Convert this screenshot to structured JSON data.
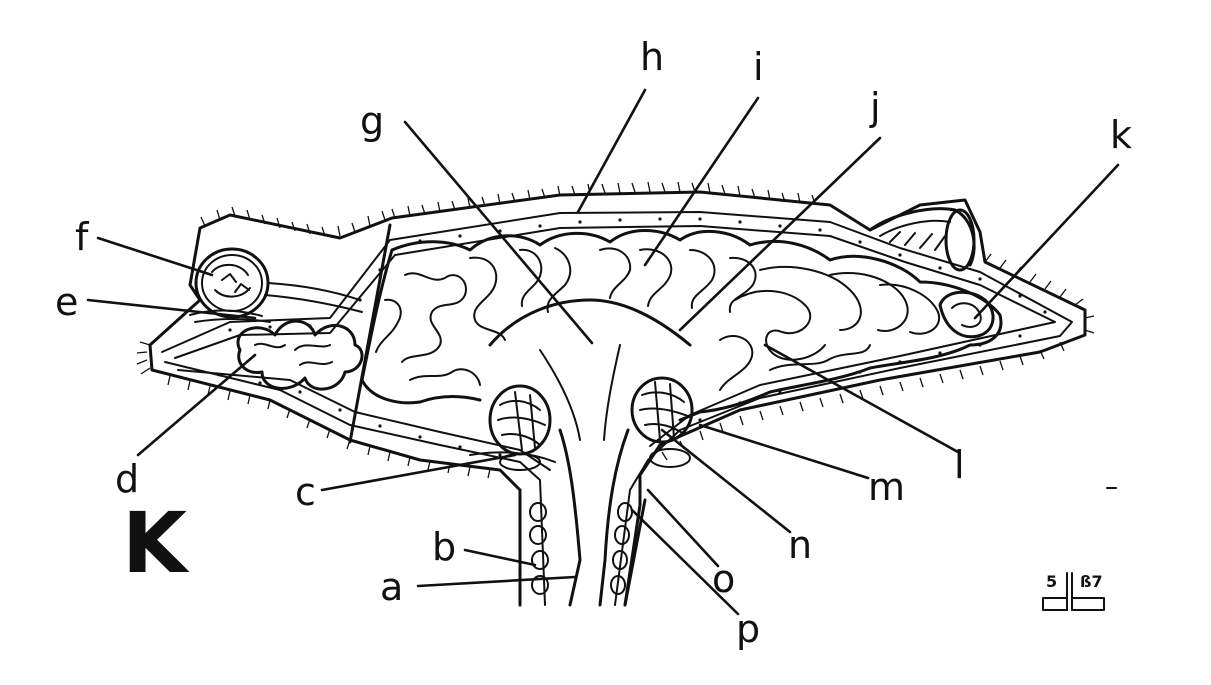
{
  "figure_letter": "K",
  "monogram": {
    "left": "5",
    "right": "ß7"
  },
  "labels": {
    "a": "a",
    "b": "b",
    "c": "c",
    "d": "d",
    "e": "e",
    "f": "f",
    "g": "g",
    "h": "h",
    "i": "i",
    "j": "j",
    "k": "k",
    "l": "l",
    "m": "m",
    "n": "n",
    "o": "o",
    "p": "p"
  }
}
